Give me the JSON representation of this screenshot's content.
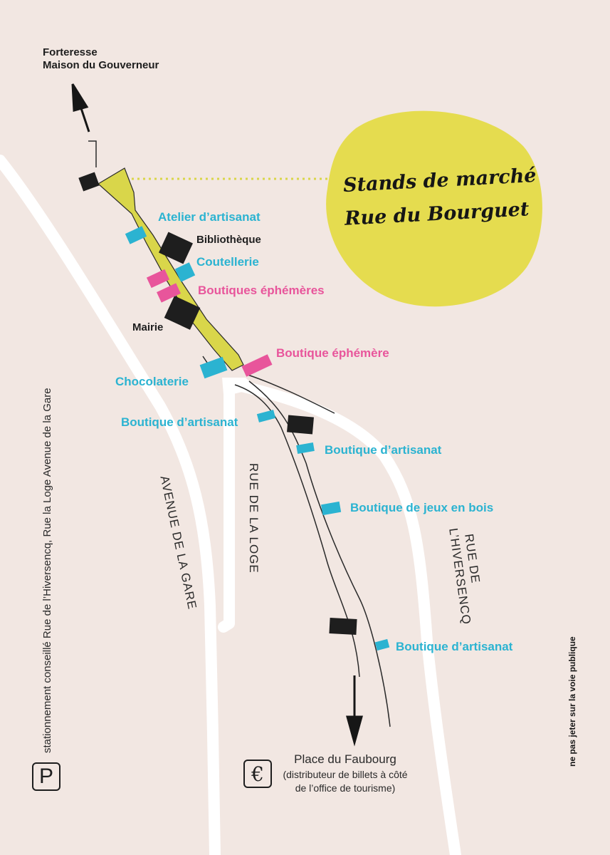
{
  "north": {
    "line1": "Forteresse",
    "line2": "Maison du Gouverneur"
  },
  "market": {
    "line1": "Stands de marché",
    "line2": "Rue du Bourguet"
  },
  "places": [
    {
      "key": "atelier",
      "label": "Atelier d’artisanat",
      "color": "cyan"
    },
    {
      "key": "bibliotheque",
      "label": "Bibliothèque",
      "color": "black"
    },
    {
      "key": "coutellerie",
      "label": "Coutellerie",
      "color": "cyan"
    },
    {
      "key": "boutiques-ephemeres",
      "label": "Boutiques éphémères",
      "color": "pink"
    },
    {
      "key": "mairie",
      "label": "Mairie",
      "color": "black"
    },
    {
      "key": "boutique-ephemere",
      "label": "Boutique éphémère",
      "color": "pink"
    },
    {
      "key": "chocolaterie",
      "label": "Chocolaterie",
      "color": "cyan"
    },
    {
      "key": "artisanat-1",
      "label": "Boutique d’artisanat",
      "color": "cyan"
    },
    {
      "key": "artisanat-2",
      "label": "Boutique d’artisanat",
      "color": "cyan"
    },
    {
      "key": "jeux-bois",
      "label": "Boutique de jeux en bois",
      "color": "cyan"
    },
    {
      "key": "artisanat-3",
      "label": "Boutique d’artisanat",
      "color": "cyan"
    }
  ],
  "roads": {
    "gare": "AVENUE DE LA GARE",
    "loge": "RUE DE LA LOGE",
    "hiversencq_1": "RUE DE",
    "hiversencq_2": "L’HIVERSENCQ"
  },
  "parking": {
    "symbol": "P",
    "text": "stationnement conseillé Rue de l’Hiversencq, Rue la Loge Avenue de la Gare"
  },
  "atm": {
    "symbol": "€",
    "line1": "Place du Faubourg",
    "line2": "(distributeur de billets à côté",
    "line3": "de l’office de tourisme)"
  },
  "notice": "ne pas jeter sur la voie publique",
  "colors": {
    "cyan": "#2bb3d1",
    "pink": "#e8559b",
    "black": "#1e1e1e",
    "yellow": "#e5dc4f",
    "street": "#d9d64a",
    "bg": "#f2e7e2"
  }
}
